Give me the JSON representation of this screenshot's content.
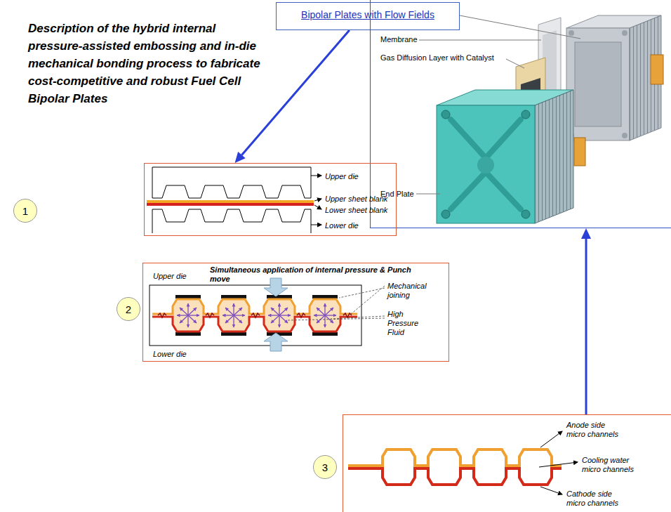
{
  "diagram": {
    "title": "Description of the hybrid internal pressure-assisted embossing and in-die mechanical bonding process to fabricate cost-competitive and robust Fuel Cell Bipolar Plates",
    "nodes": [
      {
        "text": [
          "Bipolar Plates with Flow Fields"
        ]
      },
      {
        "text": [
          "Membrane",
          "Gas Diffusion Layer with Catalyst",
          "End Plate"
        ]
      },
      {
        "text": [
          "1"
        ]
      },
      {
        "text": [
          "Upper die",
          "Upper sheet blank",
          "Lower sheet blank",
          "Lower die"
        ]
      },
      {
        "text": [
          "2"
        ]
      },
      {
        "text": [
          "Simultaneous application of internal pressure & Punch move",
          "Upper die",
          "Mechanical joining",
          "High Pressure Fluid",
          "Lower die"
        ]
      },
      {
        "text": [
          "3"
        ]
      },
      {
        "text": [
          "Anode side micro channels",
          "Cooling water micro channels",
          "Cathode side micro channels"
        ]
      }
    ],
    "edges": [
      {
        "from": 0,
        "to": 3,
        "arrow": "to"
      },
      {
        "from": 7,
        "to": 1,
        "arrow": "to"
      }
    ]
  }
}
